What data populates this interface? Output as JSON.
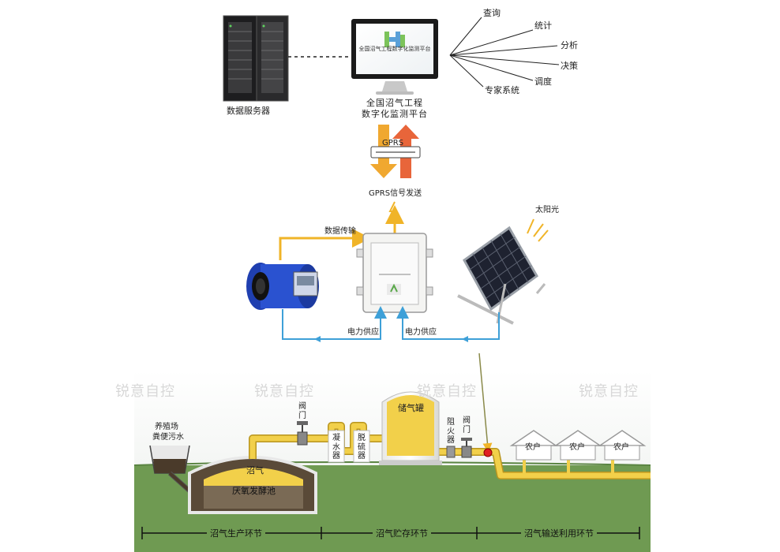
{
  "platform": {
    "screen_title": "全国沼气工程数字化监测平台",
    "label_line1": "全国沼气工程",
    "label_line2": "数字化监测平台"
  },
  "server": {
    "label": "数据服务器"
  },
  "functions": [
    "查询",
    "统计",
    "分析",
    "决策",
    "调度",
    "专家系统"
  ],
  "gprs": {
    "badge": "GPRS",
    "signal_label": "GPRS信号发送"
  },
  "links": {
    "data_transfer": "数据传输",
    "power_left": "电力供应",
    "power_right": "电力供应"
  },
  "solar": {
    "sun_label": "太阳光"
  },
  "watermark": "锐意自控",
  "scene": {
    "farm_line1": "养殖场",
    "farm_line2": "粪便污水",
    "biogas": "沼气",
    "digester": "厌氧发酵池",
    "valve1": "阀门",
    "condenser": "凝水器",
    "desulfurizer": "脱硫器",
    "gas_tank": "储气罐",
    "flame_arrester": "阻火器",
    "valve2": "阀门",
    "house": "农户"
  },
  "stages": [
    "沼气生产环节",
    "沼气贮存环节",
    "沼气输送利用环节"
  ],
  "colors": {
    "pipe": "#f2d04a",
    "pipe_edge": "#b8951f",
    "ground": "#6f9a52",
    "flow_arrow": "#f0b428",
    "power_line": "#3ea0d8",
    "gprs_down": "#f0a830",
    "gprs_up": "#e8653a"
  }
}
